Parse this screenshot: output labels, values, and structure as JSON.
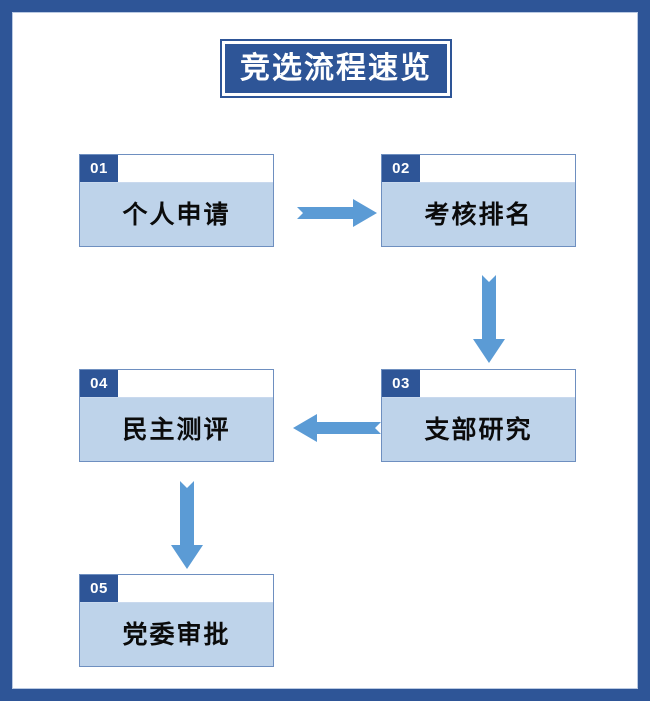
{
  "poster": {
    "frame_color": "#2E5597",
    "background_color": "#ffffff",
    "title": "竞选流程速览"
  },
  "palette": {
    "dark_blue": "#2E5597",
    "box_fill": "#BED3EA",
    "box_border": "#6E8FC0",
    "arrow_blue": "#5B9BD5",
    "badge_text": "#FFFFFF",
    "body_text": "#0B0B0B"
  },
  "steps": [
    {
      "number": "01",
      "label": "个人申请"
    },
    {
      "number": "02",
      "label": "考核排名"
    },
    {
      "number": "03",
      "label": "支部研究"
    },
    {
      "number": "04",
      "label": "民主测评"
    },
    {
      "number": "05",
      "label": "党委审批"
    }
  ],
  "arrows": [
    {
      "name": "arrow-step1-to-step2",
      "direction": "right"
    },
    {
      "name": "arrow-step2-to-step3",
      "direction": "down"
    },
    {
      "name": "arrow-step3-to-step4",
      "direction": "left"
    },
    {
      "name": "arrow-step4-to-step5",
      "direction": "down"
    }
  ]
}
